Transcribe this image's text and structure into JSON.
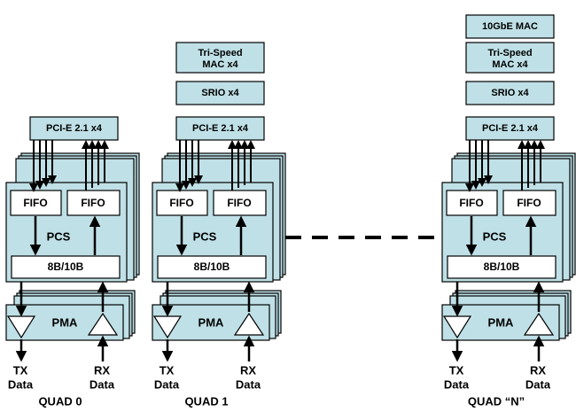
{
  "colors": {
    "fill": "#bfe0e6",
    "stroke": "#000000",
    "white": "#ffffff"
  },
  "quads": [
    {
      "label": "QUAD 0",
      "top_blocks": [
        "PCI-E 2.1 x4"
      ],
      "fifo_left": "FIFO",
      "fifo_right": "FIFO",
      "pcs": "PCS",
      "encoder": "8B/10B",
      "pma": "PMA",
      "tx": [
        "TX",
        "Data"
      ],
      "rx": [
        "RX",
        "Data"
      ]
    },
    {
      "label": "QUAD 1",
      "top_blocks": [
        "Tri-Speed MAC x4",
        "SRIO x4",
        "PCI-E 2.1 x4"
      ],
      "fifo_left": "FIFO",
      "fifo_right": "FIFO",
      "pcs": "PCS",
      "encoder": "8B/10B",
      "pma": "PMA",
      "tx": [
        "TX",
        "Data"
      ],
      "rx": [
        "RX",
        "Data"
      ]
    },
    {
      "label": "QUAD “N”",
      "top_blocks": [
        "10GbE MAC",
        "Tri-Speed MAC x4",
        "SRIO x4",
        "PCI-E 2.1 x4"
      ],
      "fifo_left": "FIFO",
      "fifo_right": "FIFO",
      "pcs": "PCS",
      "encoder": "8B/10B",
      "pma": "PMA",
      "tx": [
        "TX",
        "Data"
      ],
      "rx": [
        "RX",
        "Data"
      ]
    }
  ]
}
